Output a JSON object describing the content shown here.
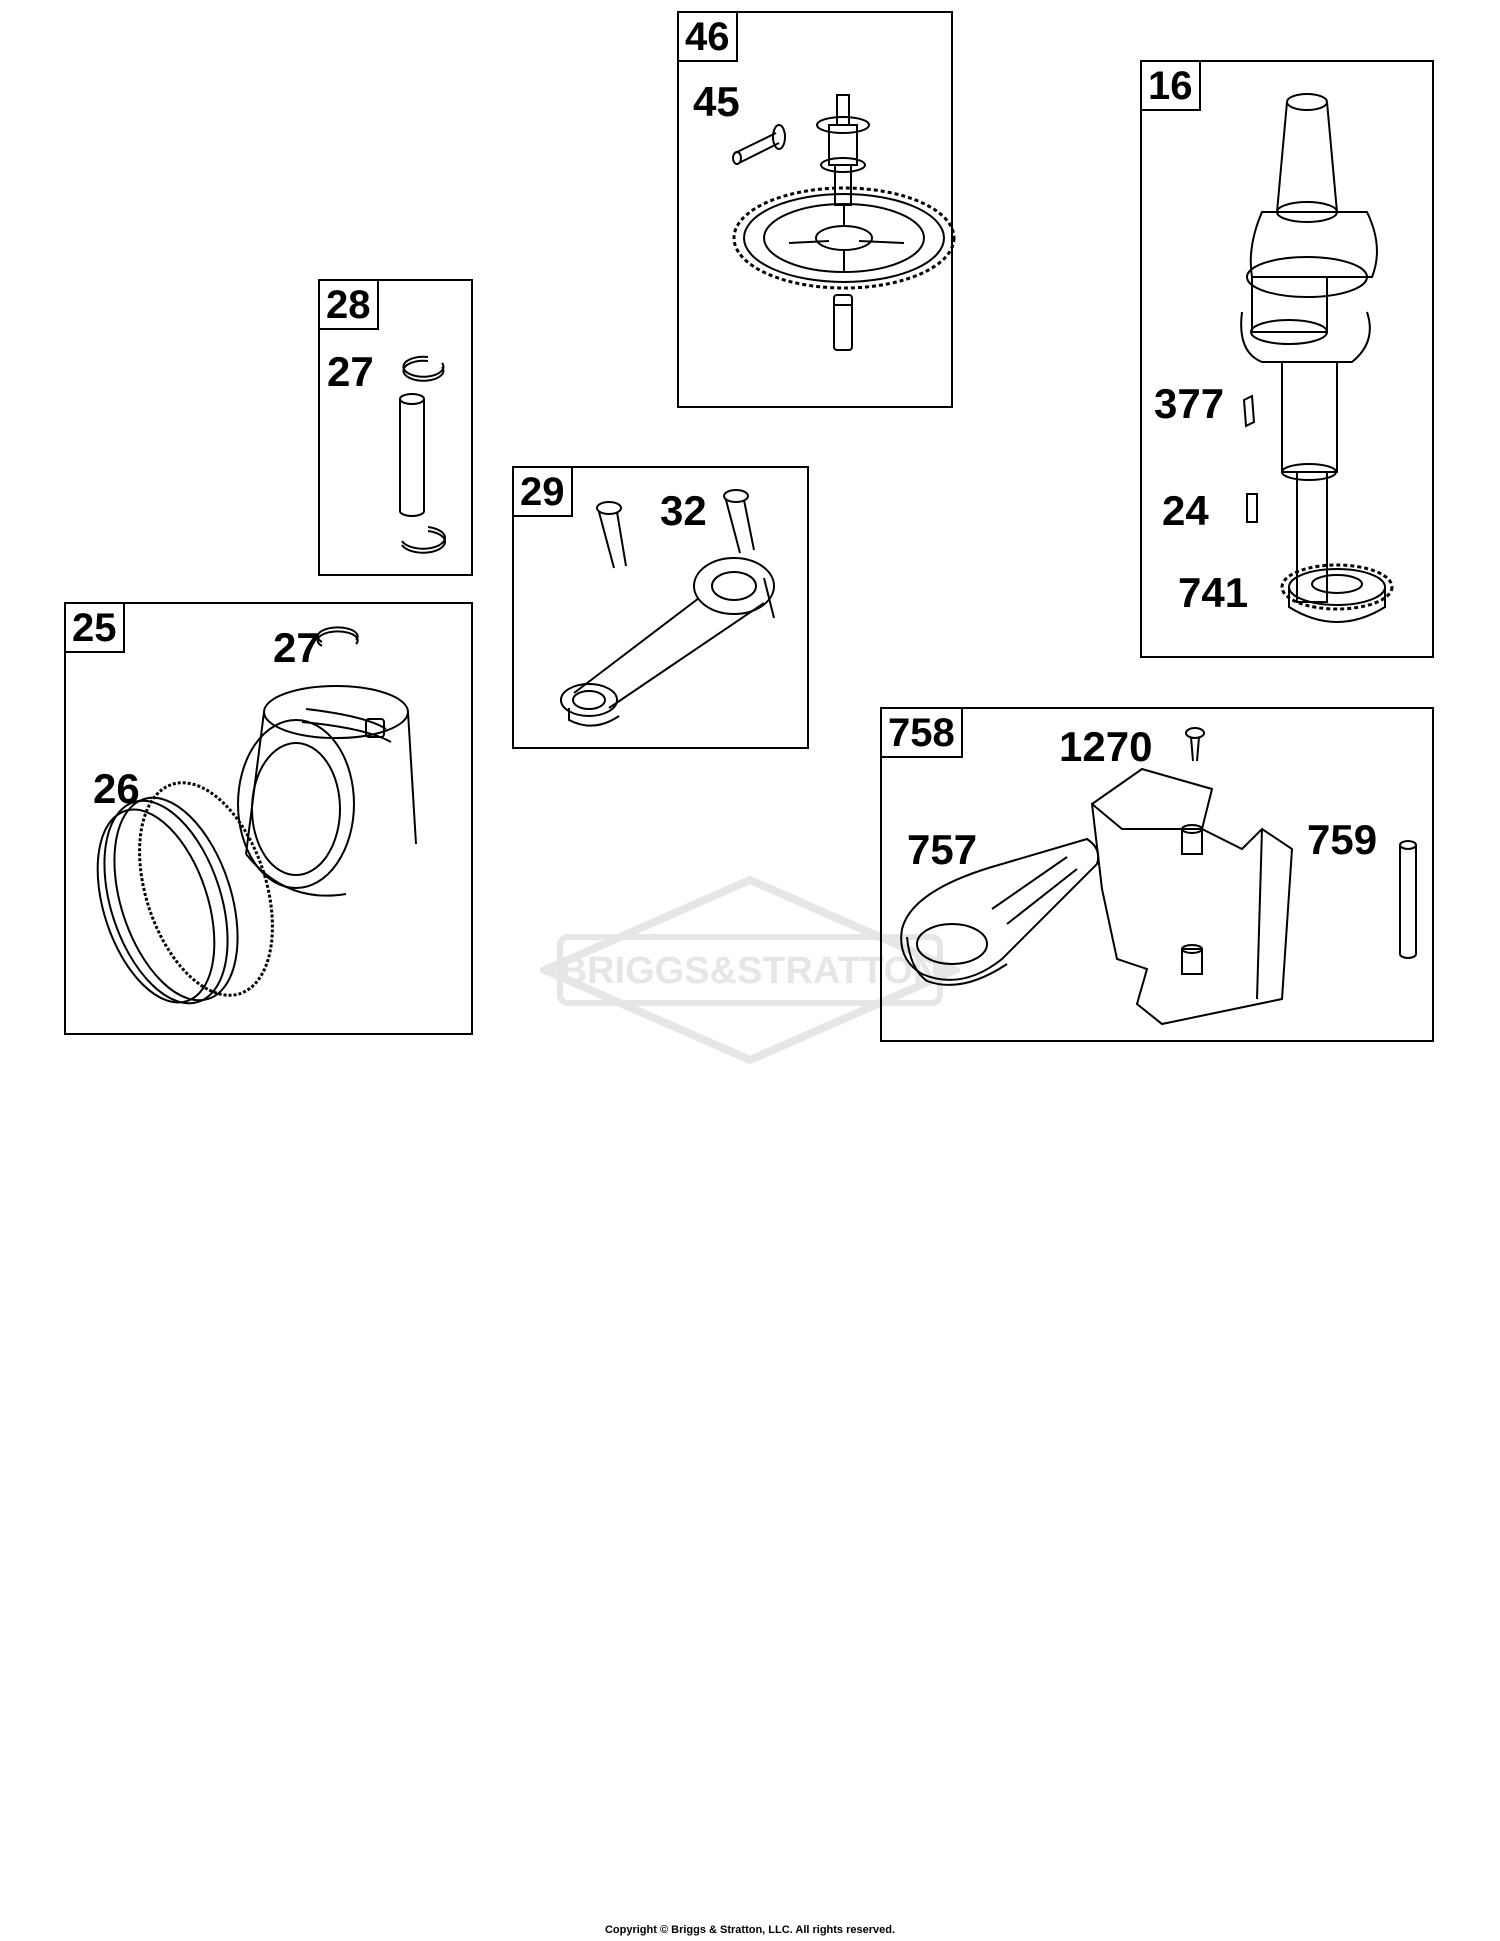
{
  "sections": {
    "s46": {
      "id": "46",
      "parts": {
        "p45": "45"
      }
    },
    "s16": {
      "id": "16",
      "parts": {
        "p377": "377",
        "p24": "24",
        "p741": "741"
      }
    },
    "s28": {
      "id": "28",
      "parts": {
        "p27": "27"
      }
    },
    "s29": {
      "id": "29",
      "parts": {
        "p32": "32"
      }
    },
    "s25": {
      "id": "25",
      "parts": {
        "p27": "27",
        "p26": "26"
      }
    },
    "s758": {
      "id": "758",
      "parts": {
        "p1270": "1270",
        "p757": "757",
        "p759": "759"
      }
    }
  },
  "watermark": {
    "brand": "BRIGGS&STRATTON"
  },
  "footer": {
    "copyright": "Copyright © Briggs & Stratton, LLC. All rights reserved."
  },
  "colors": {
    "line": "#000000",
    "watermark": "#e6e6e6",
    "background": "#ffffff"
  }
}
